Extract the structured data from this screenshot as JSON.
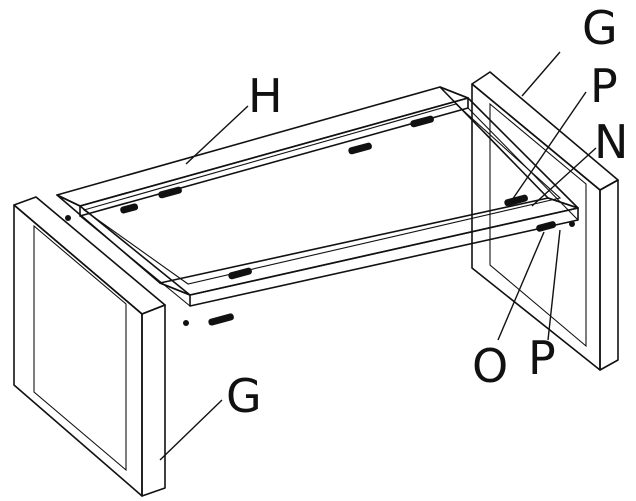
{
  "labels": {
    "g_top": "G",
    "p_top": "P",
    "n_right": "N",
    "h_top": "H",
    "o_bottom": "O",
    "p_bottom": "P",
    "g_bottom": "G"
  },
  "colors": {
    "line": "#111111",
    "background": "#ffffff"
  }
}
